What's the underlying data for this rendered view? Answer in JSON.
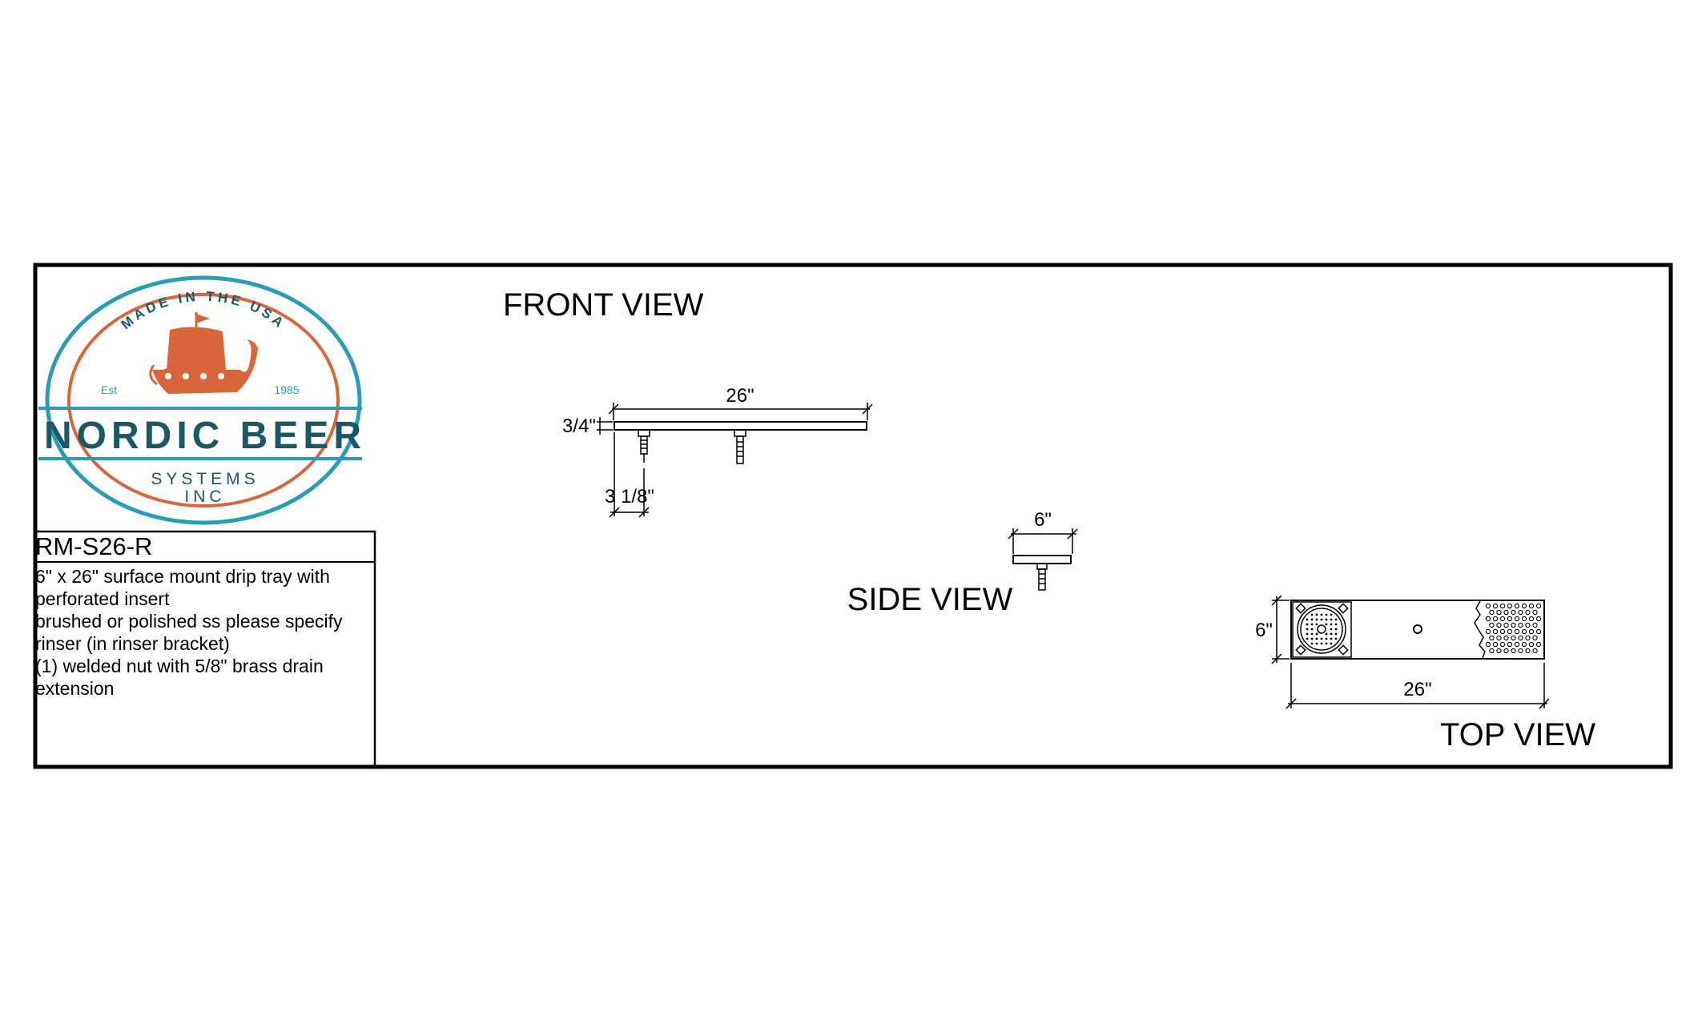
{
  "logo": {
    "arc_text": "MADE IN THE USA",
    "est_label": "Est",
    "year": "1985",
    "brand": "NORDIC BEER",
    "sub1": "SYSTEMS",
    "sub2": "INC",
    "colors": {
      "teal": "#2a9cb6",
      "dark_teal": "#1b5866",
      "orange": "#d9653a"
    }
  },
  "part": {
    "number": "RM-S26-R",
    "description_lines": [
      "6\" x 26\" surface mount drip tray with",
      "perforated insert",
      "brushed or polished ss please specify",
      "rinser (in rinser bracket)",
      "(1) welded nut with 5/8\" brass drain",
      "extension"
    ]
  },
  "views": {
    "front": {
      "title": "FRONT VIEW",
      "dim_length": "26\"",
      "dim_height": "3/4\"",
      "dim_offset": "3 1/8\""
    },
    "side": {
      "title": "SIDE VIEW",
      "dim_width": "6\""
    },
    "top": {
      "title": "TOP VIEW",
      "dim_width": "6\"",
      "dim_length": "26\""
    }
  }
}
